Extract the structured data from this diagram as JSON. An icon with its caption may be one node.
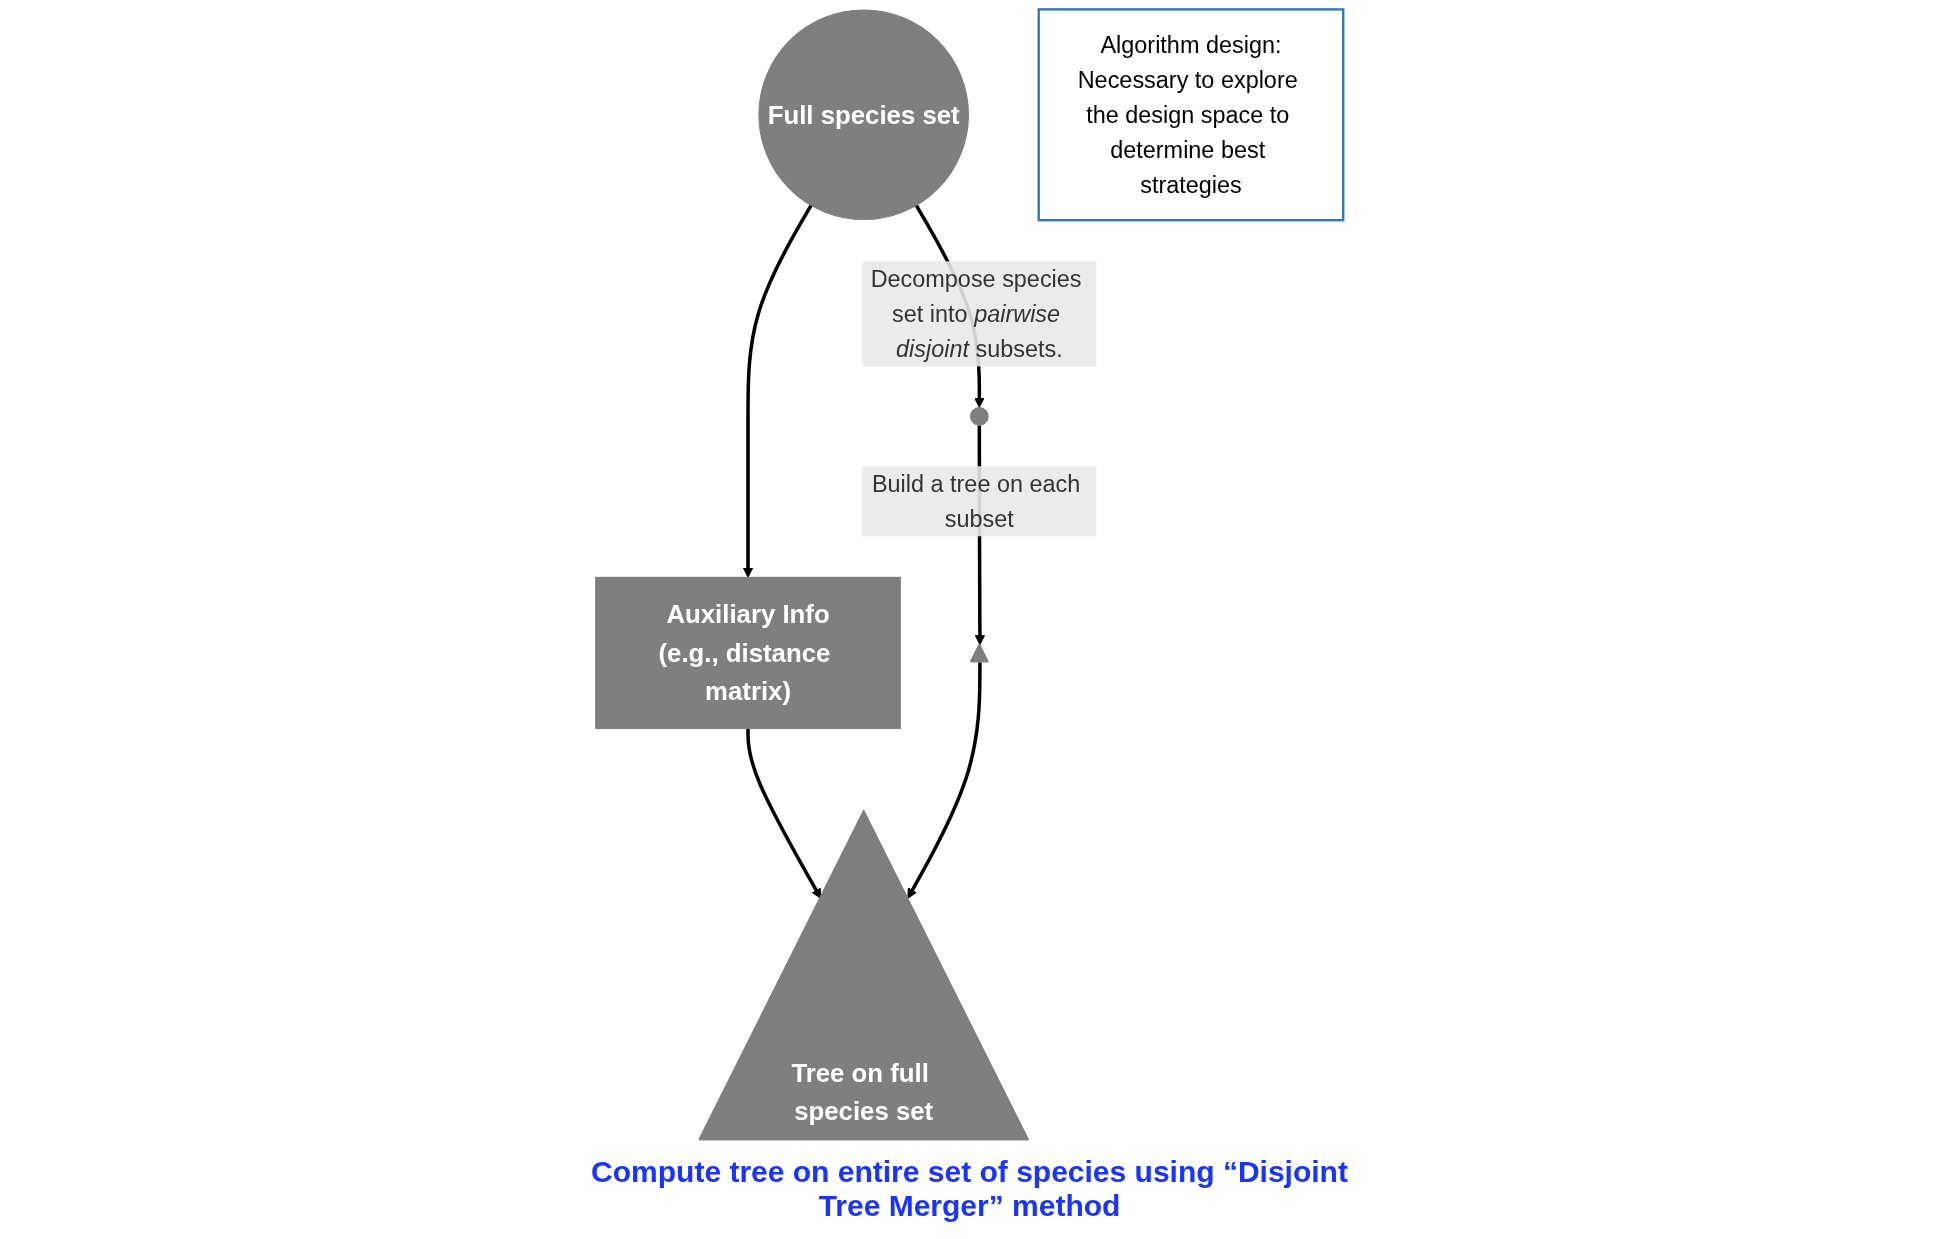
{
  "diagram": {
    "nodes": [
      {
        "text": [
          "Full species set"
        ]
      },
      {
        "text": [],
        "shape": "circle"
      },
      {
        "text": [
          "Algorithm design:",
          "Necessary to explore the design space to determine best strategies"
        ]
      },
      {
        "text": [
          "Auxiliary Info",
          "(e.g., distance matrix)"
        ]
      },
      {
        "text": [
          "Tree on full species set"
        ]
      },
      {
        "text": [],
        "shape": "triangle"
      }
    ],
    "edges": [
      {
        "from": 0,
        "to": 1,
        "arrow": "to",
        "label": "Decompose species set into *pairwise disjoint* subsets."
      },
      {
        "from": 0,
        "to": 3,
        "arrow": "to"
      },
      {
        "from": 1,
        "to": 5,
        "arrow": "to",
        "label": "Build a tree on each subset"
      },
      {
        "from": 3,
        "to": 4,
        "arrow": "to"
      },
      {
        "from": 5,
        "to": 4,
        "arrow": "to"
      }
    ],
    "labels": [
      "Compute tree on entire set of species using “Disjoint Tree Merger” method"
    ]
  }
}
